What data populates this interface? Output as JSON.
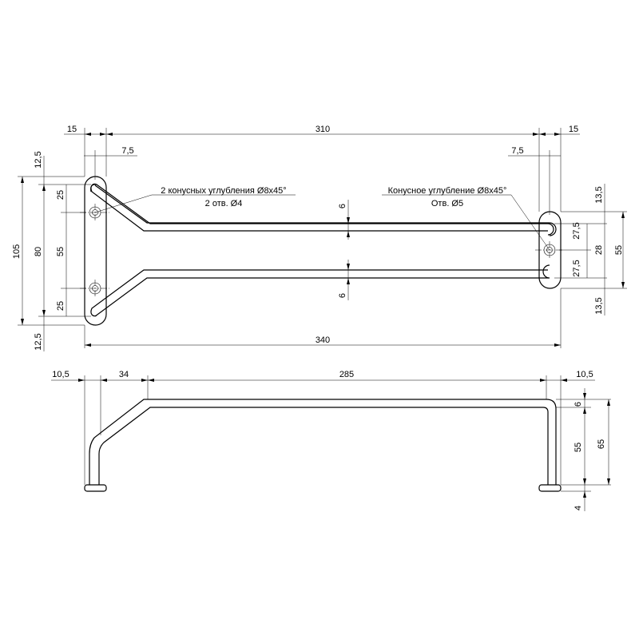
{
  "top_view": {
    "dims": {
      "overall_310": "310",
      "left_15": "15",
      "right_15": "15",
      "left_7_5": "7,5",
      "right_7_5": "7,5",
      "bottom_340": "340",
      "left_105": "105",
      "left_80": "80",
      "left_55": "55",
      "left_25_top": "25",
      "left_25_bot": "25",
      "left_12_5_top": "12,5",
      "left_12_5_bot": "12,5",
      "mid_6_top": "6",
      "mid_6_bot": "6",
      "right_13_5_top": "13,5",
      "right_13_5_bot": "13,5",
      "right_27_5_top": "27,5",
      "right_27_5_bot": "27,5",
      "right_28": "28",
      "right_55": "55"
    },
    "notes": {
      "left_line1": "2 конусных углубления Ø8x45°",
      "left_line2": "2 отв. Ø4",
      "right_line1": "Конусное углубление Ø8x45°",
      "right_line2": "Отв. Ø5"
    }
  },
  "side_view": {
    "dims": {
      "left_10_5": "10,5",
      "d_34": "34",
      "d_285": "285",
      "right_10_5": "10,5",
      "r_6": "6",
      "r_55": "55",
      "r_65": "65",
      "r_4": "4"
    }
  }
}
